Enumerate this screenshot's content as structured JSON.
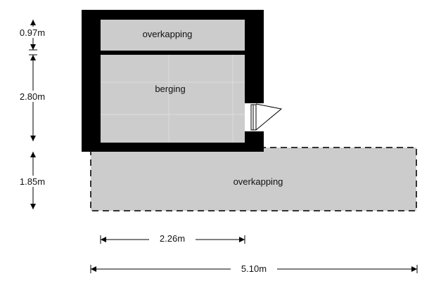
{
  "rooms": {
    "top_overkapping": "overkapping",
    "berging": "berging",
    "bottom_overkapping": "overkapping"
  },
  "dimensions": {
    "v1": "0.97m",
    "v2": "2.80m",
    "v3": "1.85m",
    "h1": "2.26m",
    "h2": "5.10m"
  },
  "colors": {
    "wall": "#000000",
    "floor": "#cccccc",
    "grid": "#dcdcdc"
  }
}
